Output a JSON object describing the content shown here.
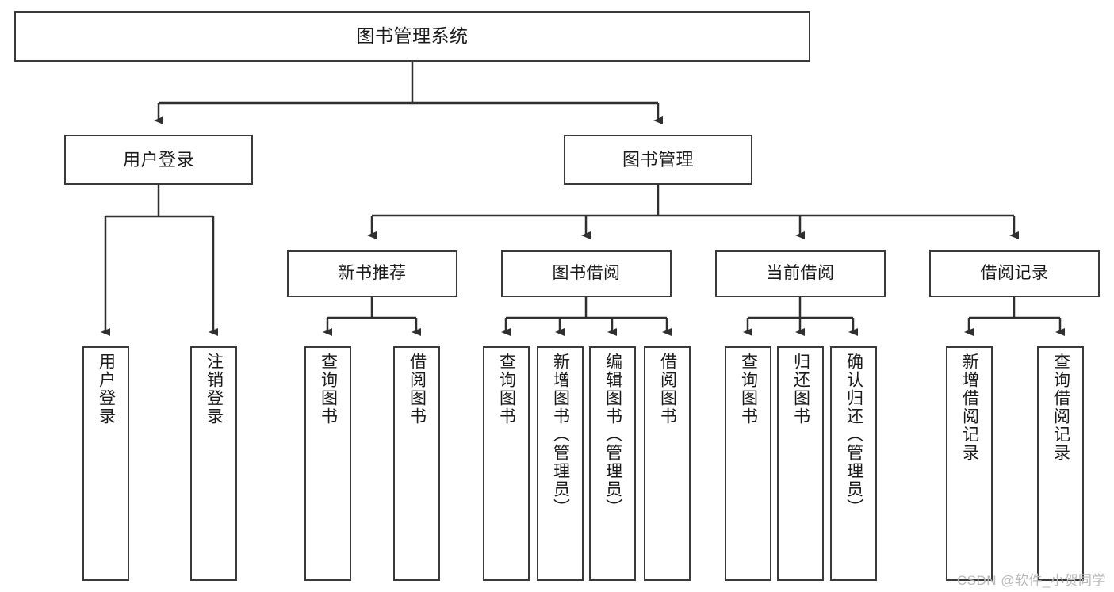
{
  "diagram": {
    "title_node": {
      "label": "图书管理系统"
    },
    "colors": {
      "box_border": "#3a3a3a",
      "box_fill": "#ffffff",
      "connector": "#2f2f2f",
      "text": "#1a1a1a",
      "watermark": "#b8b8b8",
      "background": "#ffffff"
    },
    "level1": [
      {
        "label": "用户登录"
      },
      {
        "label": "图书管理"
      }
    ],
    "level2": [
      {
        "label": "新书推荐"
      },
      {
        "label": "图书借阅"
      },
      {
        "label": "当前借阅"
      },
      {
        "label": "借阅记录"
      }
    ],
    "leaves": {
      "user_login": [
        {
          "label": "用户登录"
        },
        {
          "label": "注销登录"
        }
      ],
      "new_book_recommend": [
        {
          "label": "查询图书"
        },
        {
          "label": "借阅图书"
        }
      ],
      "book_borrow": [
        {
          "label": "查询图书"
        },
        {
          "label": "新增图书（管理员）"
        },
        {
          "label": "编辑图书（管理员）"
        },
        {
          "label": "借阅图书"
        }
      ],
      "current_borrow": [
        {
          "label": "查询图书"
        },
        {
          "label": "归还图书"
        },
        {
          "label": "确认归还（管理员）"
        }
      ],
      "borrow_record": [
        {
          "label": "新增借阅记录"
        },
        {
          "label": "查询借阅记录"
        }
      ]
    },
    "watermark": {
      "text": "CSDN @软件_小贺同学"
    }
  }
}
